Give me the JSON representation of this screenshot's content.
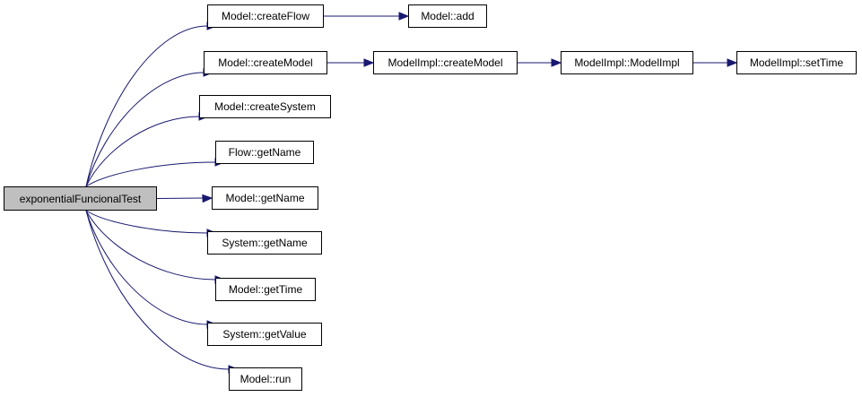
{
  "colors": {
    "edge": "#191970",
    "root_fill": "#bfbfbf",
    "node_fill": "#ffffff",
    "border": "#000000"
  },
  "nodes": {
    "root": "exponentialFuncionalTest",
    "create_flow": "Model::createFlow",
    "add": "Model::add",
    "create_model": "Model::createModel",
    "impl_create_model": "ModelImpl::createModel",
    "impl_ctor": "ModelImpl::ModelImpl",
    "impl_set_time": "ModelImpl::setTime",
    "create_system": "Model::createSystem",
    "flow_get_name": "Flow::getName",
    "model_get_name": "Model::getName",
    "system_get_name": "System::getName",
    "model_get_time": "Model::getTime",
    "system_get_value": "System::getValue",
    "model_run": "Model::run"
  },
  "edges": [
    [
      "root",
      "create_flow"
    ],
    [
      "root",
      "create_model"
    ],
    [
      "root",
      "create_system"
    ],
    [
      "root",
      "flow_get_name"
    ],
    [
      "root",
      "model_get_name"
    ],
    [
      "root",
      "system_get_name"
    ],
    [
      "root",
      "model_get_time"
    ],
    [
      "root",
      "system_get_value"
    ],
    [
      "root",
      "model_run"
    ],
    [
      "create_flow",
      "add"
    ],
    [
      "create_model",
      "impl_create_model"
    ],
    [
      "impl_create_model",
      "impl_ctor"
    ],
    [
      "impl_ctor",
      "impl_set_time"
    ]
  ]
}
